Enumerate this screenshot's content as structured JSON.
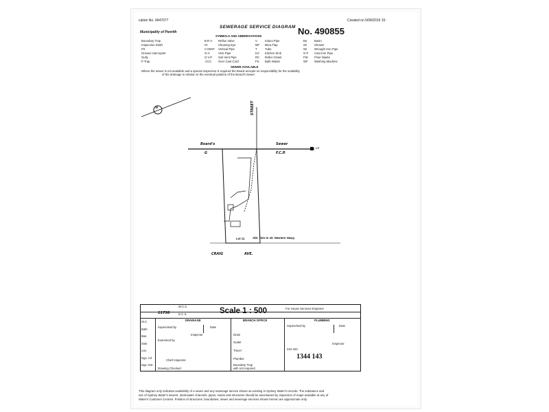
{
  "header": {
    "application_no": "cation No. 9447077",
    "created_on": "Created on 5/08/2016 15:",
    "title": "SEWERAGE SERVICE DIAGRAM",
    "municipality": "Municipality of Penrith",
    "number": "No. 490855",
    "symbols_heading": "SYMBOLS AND ABBREVIATIONS"
  },
  "symbols": {
    "col1": [
      "Boundary Trap",
      "Inspection Shaft",
      "Pit",
      "Grease Interceptor",
      "Gully",
      "P Trap"
    ],
    "col2_abbr": [
      "B.R.V.",
      "IO",
      "V.VENT",
      "G.H",
      "O.V.P.",
      ".CCC"
    ],
    "col2": [
      "Reflux Valve",
      "Cleaning Eye",
      "Vertical Pipe",
      "Vent Pipe",
      "Soil Vent Pipe",
      "Over Cast Cord"
    ],
    "col3_abbr": [
      "V",
      "MF",
      "T",
      "KS",
      "RC",
      "FS"
    ],
    "col3": [
      "Induct Pipe",
      "Mica Flap",
      "Tube",
      "Kitchen Sink",
      "Roller Closet",
      "Bath Waste"
    ],
    "col4_abbr": [
      "Ba",
      "Sh",
      "WI",
      "G.P",
      "FW",
      "WF"
    ],
    "col4": [
      "Basin",
      "Shower",
      "Wrought Iron Pipe",
      "Cast Iron Pipe",
      "Floor Waste",
      "Washing Machine"
    ]
  },
  "sewer_note": {
    "heading": "SEWER AVAILABLE",
    "line1": "Where the sewer is not available and a special inspection is required the Board accepts no responsibility for the suitability",
    "line2": "of the drainage in relation to the eventual position of the Board's Sewer."
  },
  "drawing": {
    "north_label": "N",
    "street_label": "STREET",
    "boards_label": "Board's",
    "g_label": "G",
    "sewer_label": "Sewer",
    "fcp_label": "F.C.P.",
    "ls_label": "LS",
    "lot_label": "Lot 11",
    "abt_label": "Abt. 72m to Gt. Western Hway.",
    "street_name": "CRAIG",
    "street_suffix": "AVE."
  },
  "table": {
    "row_labels": [
      "W.C.",
      "Bath",
      "Bas.",
      "Sink",
      "Lav.",
      "Dge. Inf.",
      "Dge. Est."
    ],
    "field_wcs": "W.C.S.",
    "field_dcs": "D.C.S.",
    "sheet_value": "11738",
    "scale": "Scale 1 : 500",
    "engineer": "For House Services Engineer",
    "drainage": "DRAINAGE",
    "branch": "BRANCH OFFICE",
    "plumbing": "PLUMBING",
    "supervised": "Supervised by",
    "date": "Date",
    "inspector": "Inspector",
    "examined": "Examined by",
    "chief_inspector": "Chief Inspector",
    "drawing_checked": "Drawing Checked",
    "drain": "Drain",
    "outlet": "Outlet",
    "tracer": "Tracer",
    "plumber": "Plumber",
    "boundary_trap": "Boundary Trap",
    "not_required": "with not required",
    "ref": "442-432",
    "stamp": "1344 143"
  },
  "footer": {
    "line1": "This diagram only indicates availability of a sewer and any sewerage service shown as existing in Sydney Water's records. The substance and",
    "line2": "use of Sydney Water's sewers, stormwater channels, pipes, mains and structures should be ascertained by inspection of maps available at any of",
    "line3": "Water's Customer Centres. Position of structures, boundaries, sewer and sewerage services shown hereon are approximate only."
  }
}
